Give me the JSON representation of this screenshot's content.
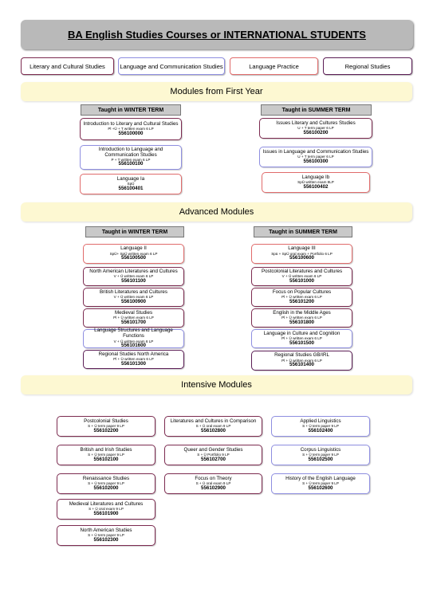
{
  "title": "BA English Studies Courses or INTERNATIONAL STUDENTS",
  "legend": [
    {
      "label": "Literary and Cultural Studies",
      "color": "#7c2b50"
    },
    {
      "label": "Language and Communication Studies",
      "color": "#8e8ee0"
    },
    {
      "label": "Language Practice",
      "color": "#e06b6b"
    },
    {
      "label": "Regional Studies",
      "color": "#5b1d55"
    }
  ],
  "sections": {
    "first_year": "Modules from First Year",
    "advanced": "Advanced Modules",
    "intensive": "Intensive Modules"
  },
  "terms": {
    "winter": "Taught in WINTER TERM",
    "summer": "Taught in SUMMER TERM"
  },
  "first_year": {
    "winter": [
      {
        "name": "Introduction to Literary and Cultural Studies",
        "detail": "Pl +Ü + T written exam 6 LP",
        "code": "556100000"
      },
      {
        "name": "Introduction to Language and Communication Studies",
        "detail": "P + T written exam 6 LP",
        "code": "556100100"
      },
      {
        "name": "Language Ia",
        "detail": "SpÜ",
        "code": "556100401"
      }
    ],
    "summer": [
      {
        "name": "Issues Literary and Cultures Studies",
        "detail": "U + T term paper 6 LP",
        "code": "556100200"
      },
      {
        "name": "Issues in Language and Communication Studies",
        "detail": "U + T term paper 6 LP",
        "code": "556100300"
      },
      {
        "name": "Language Ib",
        "detail": "SpÜ written exam 8LP",
        "code": "556100402"
      }
    ]
  },
  "advanced": {
    "winter": [
      {
        "name": "Language II",
        "detail": "SpÜ+ SpÜ written exam 6 LP",
        "code": "556100500"
      },
      {
        "name": "North American Literatures and Cultures",
        "detail": "V + Ü written exam 6 LP",
        "code": "556101100"
      },
      {
        "name": "British Literatures and Cultures",
        "detail": "V + Ü written exam 6 LP",
        "code": "556100900"
      },
      {
        "name": "Medieval Studies",
        "detail": "Pl + Ü written exam 6 LP",
        "code": "556101700"
      },
      {
        "name": "Language Structures and Language Functions",
        "detail": "V + Ü written exam 6 LP",
        "code": "556101600"
      },
      {
        "name": "Regional Studies North America",
        "detail": "Pl + Ü written exam 6 LP",
        "code": "556101300"
      }
    ],
    "summer": [
      {
        "name": "Language III",
        "detail": "Spü + SpÜ oral exam + Portfolio 6 LP",
        "code": "556100600"
      },
      {
        "name": "Postcolonial Literatures and Cultures",
        "detail": "V + Ü written exam 6 LP",
        "code": "556101000"
      },
      {
        "name": "Focus on Popular Cultures",
        "detail": "Pl + Ü written exam 6 LP",
        "code": "556101200"
      },
      {
        "name": "English in the Middle Ages",
        "detail": "Pl + Ü written exam 6 LP",
        "code": "556101800"
      },
      {
        "name": "Language in Culture and Cognition",
        "detail": "Pl + Ü written exam 6 LP",
        "code": "556101500"
      },
      {
        "name": "Regional Studies GB/IRL",
        "detail": "Pl + Ü written exam 6 LP",
        "code": "556101400"
      }
    ]
  },
  "intensive": {
    "col1": [
      {
        "name": "Postcolonial Studies",
        "detail": "S + Ü term paper 9 LP",
        "code": "556102200"
      },
      {
        "name": "British and Irish Studies",
        "detail": "S + Ü term paper 9 LP",
        "code": "556102100"
      },
      {
        "name": "Renaissance Studies",
        "detail": "S + Ü term paper 9 LP",
        "code": "556102000"
      },
      {
        "name": "Medieval Literatures and Cultures",
        "detail": "S + Ü oral exam 9 LP",
        "code": "556101900"
      },
      {
        "name": "North American Studies",
        "detail": "S + Ü term paper 9 LP",
        "code": "556102300"
      }
    ],
    "col2": [
      {
        "name": "Literatures and Cultures in Comparison",
        "detail": "S + Ü oral exam 9 LP",
        "code": "556102800"
      },
      {
        "name": "Queer and Gender Studies",
        "detail": "S + Ü Portfolio 9 LP",
        "code": "556102700"
      },
      {
        "name": "Focus on Theory",
        "detail": "S + Ü oral exam 9 LP",
        "code": "556102900"
      }
    ],
    "col3": [
      {
        "name": "Applied Linguistics",
        "detail": "S + Ü term paper 9 LP",
        "code": "556102400"
      },
      {
        "name": "Corpus Linguistics",
        "detail": "S + Ü term paper 9 LP",
        "code": "556102500"
      },
      {
        "name": "History of the English Language",
        "detail": "S + Ü term paper 9 LP",
        "code": "556102600"
      }
    ]
  }
}
